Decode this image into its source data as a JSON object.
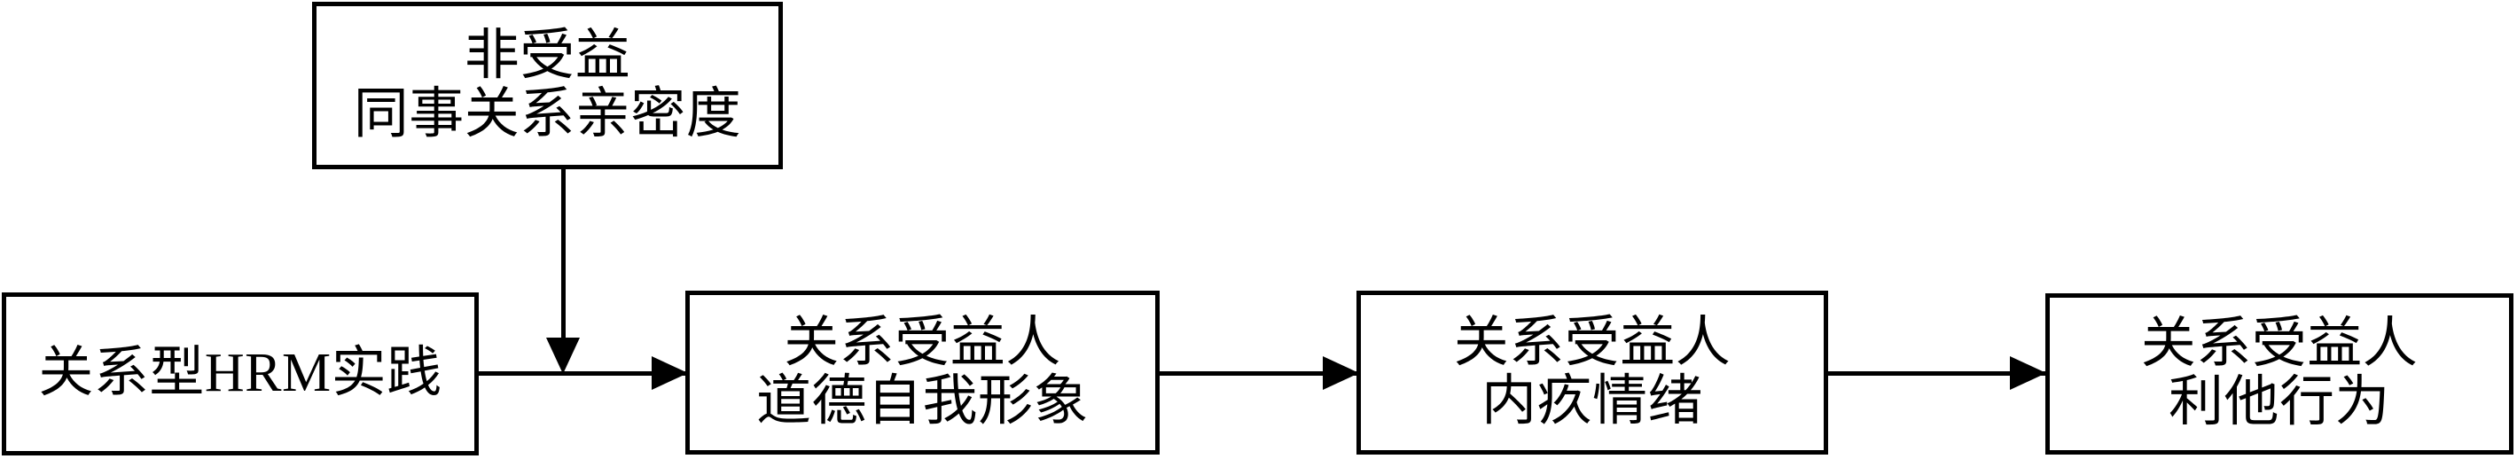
{
  "diagram": {
    "title": "",
    "colors": {
      "stroke": "#000000",
      "fill": "#ffffff",
      "text": "#000000"
    },
    "nodes": [
      {
        "id": "moderator",
        "lines": [
          "非受益",
          "同事关系亲密度"
        ],
        "role": "moderator"
      },
      {
        "id": "hrm",
        "lines": [
          "关系型HRM实践"
        ],
        "role": "antecedent"
      },
      {
        "id": "moral-self",
        "lines": [
          "关系受益人",
          "道德自我形象"
        ],
        "role": "mediator"
      },
      {
        "id": "guilt",
        "lines": [
          "关系受益人",
          "内疚情绪"
        ],
        "role": "mediator"
      },
      {
        "id": "altruism",
        "lines": [
          "关系受益人",
          "利他行为"
        ],
        "role": "outcome"
      }
    ],
    "edges": [
      {
        "id": "edge1",
        "from": "hrm",
        "to": "moral-self",
        "label": "",
        "type": "arrow-right"
      },
      {
        "id": "edge-mod",
        "from": "moderator",
        "to": "edge1",
        "label": "",
        "type": "arrow-down"
      },
      {
        "id": "edge2",
        "from": "moral-self",
        "to": "guilt",
        "label": "",
        "type": "arrow-right"
      },
      {
        "id": "edge3",
        "from": "guilt",
        "to": "altruism",
        "label": "",
        "type": "arrow-right"
      }
    ]
  }
}
